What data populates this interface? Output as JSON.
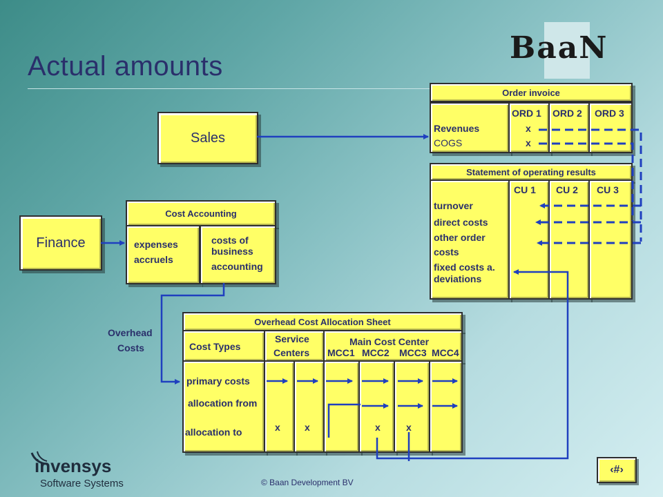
{
  "title": "Actual amounts",
  "logo": "BaaN",
  "sales": "Sales",
  "finance": "Finance",
  "order_invoice": {
    "header": "Order invoice",
    "cols": [
      "ORD 1",
      "ORD 2",
      "ORD 3"
    ],
    "rows": [
      "Revenues",
      "COGS"
    ],
    "marks": [
      "x",
      "x"
    ]
  },
  "statement": {
    "header": "Statement of operating results",
    "cols": [
      "CU 1",
      "CU 2",
      "CU 3"
    ],
    "rows": [
      "turnover",
      "direct costs",
      "other order",
      "costs",
      "fixed costs a.",
      "deviations"
    ]
  },
  "cost_accounting": {
    "header": "Cost Accounting",
    "left": [
      "expenses",
      "accruels"
    ],
    "right": [
      "costs of",
      "business",
      "accounting"
    ]
  },
  "overhead_label": [
    "Overhead",
    "Costs"
  ],
  "ocas": {
    "header": "Overhead Cost Allocation Sheet",
    "cost_types": "Cost Types",
    "service_centers": [
      "Service",
      "Centers"
    ],
    "main_cost_center": "Main Cost Center",
    "mcc": [
      "MCC1",
      "MCC2",
      "MCC3",
      "MCC4"
    ],
    "rows": [
      "primary costs",
      "allocation from",
      "allocation to"
    ],
    "marks": [
      "x",
      "x",
      "x",
      "x"
    ]
  },
  "footer": "© Baan Development BV",
  "page_number": "‹#›",
  "invensys": "invensys",
  "software_systems": "Software Systems",
  "colors": {
    "box": "#ffff66",
    "line": "#1f3fbf",
    "text": "#2a2f6b"
  }
}
